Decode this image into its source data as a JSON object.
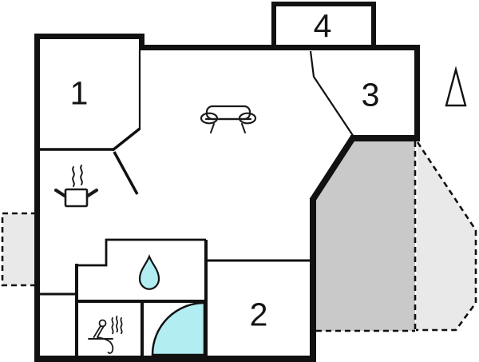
{
  "rooms": [
    {
      "label": "1"
    },
    {
      "label": "2"
    },
    {
      "label": "3"
    },
    {
      "label": "4"
    }
  ],
  "icons": {
    "sofa": "sofa-icon",
    "cooking_pot": "cooking-pot-icon",
    "steam": "steam-icon",
    "water_drop": "water-drop-icon",
    "sauna_person": "sauna-person-icon",
    "shower_door": "quarter-circle-shower-icon",
    "north_arrow": "north-arrow-icon"
  },
  "colors": {
    "wall": "#111111",
    "line": "#111111",
    "steam": "#555555",
    "water": "#b2edf2",
    "terrace_dark": "#c9c9c9",
    "terrace_light": "#e9e9e9",
    "background": "#ffffff"
  }
}
